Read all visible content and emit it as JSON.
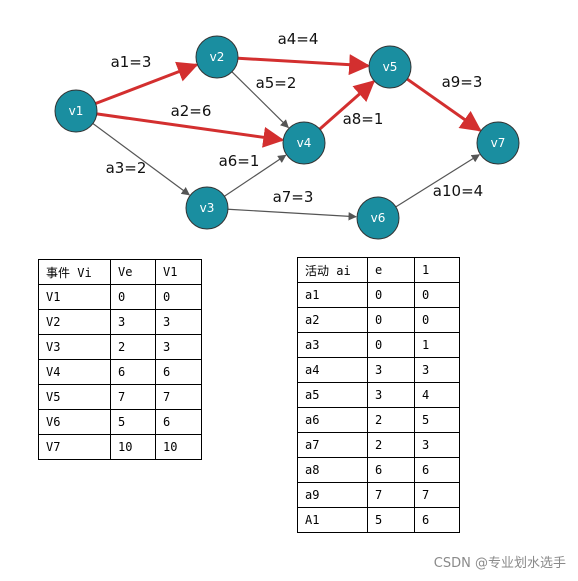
{
  "graph": {
    "node_fill": "#1a8ea0",
    "critical_color": "#d32f2f",
    "normal_color": "#555555",
    "nodes": [
      {
        "id": "v1",
        "label": "v1"
      },
      {
        "id": "v2",
        "label": "v2"
      },
      {
        "id": "v3",
        "label": "v3"
      },
      {
        "id": "v4",
        "label": "v4"
      },
      {
        "id": "v5",
        "label": "v5"
      },
      {
        "id": "v6",
        "label": "v6"
      },
      {
        "id": "v7",
        "label": "v7"
      }
    ],
    "edges": [
      {
        "from": "v1",
        "to": "v2",
        "label": "a1=3",
        "critical": true
      },
      {
        "from": "v1",
        "to": "v4",
        "label": "a2=6",
        "critical": true
      },
      {
        "from": "v1",
        "to": "v3",
        "label": "a3=2",
        "critical": false
      },
      {
        "from": "v2",
        "to": "v5",
        "label": "a4=4",
        "critical": true
      },
      {
        "from": "v2",
        "to": "v4",
        "label": "a5=2",
        "critical": false
      },
      {
        "from": "v3",
        "to": "v4",
        "label": "a6=1",
        "critical": false
      },
      {
        "from": "v3",
        "to": "v6",
        "label": "a7=3",
        "critical": false
      },
      {
        "from": "v4",
        "to": "v5",
        "label": "a8=1",
        "critical": true
      },
      {
        "from": "v5",
        "to": "v7",
        "label": "a9=3",
        "critical": true
      },
      {
        "from": "v6",
        "to": "v7",
        "label": "a10=4",
        "critical": false
      }
    ]
  },
  "events_table": {
    "headers": [
      "事件 Vi",
      "Ve",
      "V1"
    ],
    "rows": [
      [
        "V1",
        "0",
        "0"
      ],
      [
        "V2",
        "3",
        "3"
      ],
      [
        "V3",
        "2",
        "3"
      ],
      [
        "V4",
        "6",
        "6"
      ],
      [
        "V5",
        "7",
        "7"
      ],
      [
        "V6",
        "5",
        "6"
      ],
      [
        "V7",
        "10",
        "10"
      ]
    ]
  },
  "activities_table": {
    "headers": [
      "活动 ai",
      "e",
      "1"
    ],
    "rows": [
      [
        "a1",
        "0",
        "0"
      ],
      [
        "a2",
        "0",
        "0"
      ],
      [
        "a3",
        "0",
        "1"
      ],
      [
        "a4",
        "3",
        "3"
      ],
      [
        "a5",
        "3",
        "4"
      ],
      [
        "a6",
        "2",
        "5"
      ],
      [
        "a7",
        "2",
        "3"
      ],
      [
        "a8",
        "6",
        "6"
      ],
      [
        "a9",
        "7",
        "7"
      ],
      [
        "A1",
        "5",
        "6"
      ]
    ]
  },
  "watermark": "CSDN @专业划水选手"
}
